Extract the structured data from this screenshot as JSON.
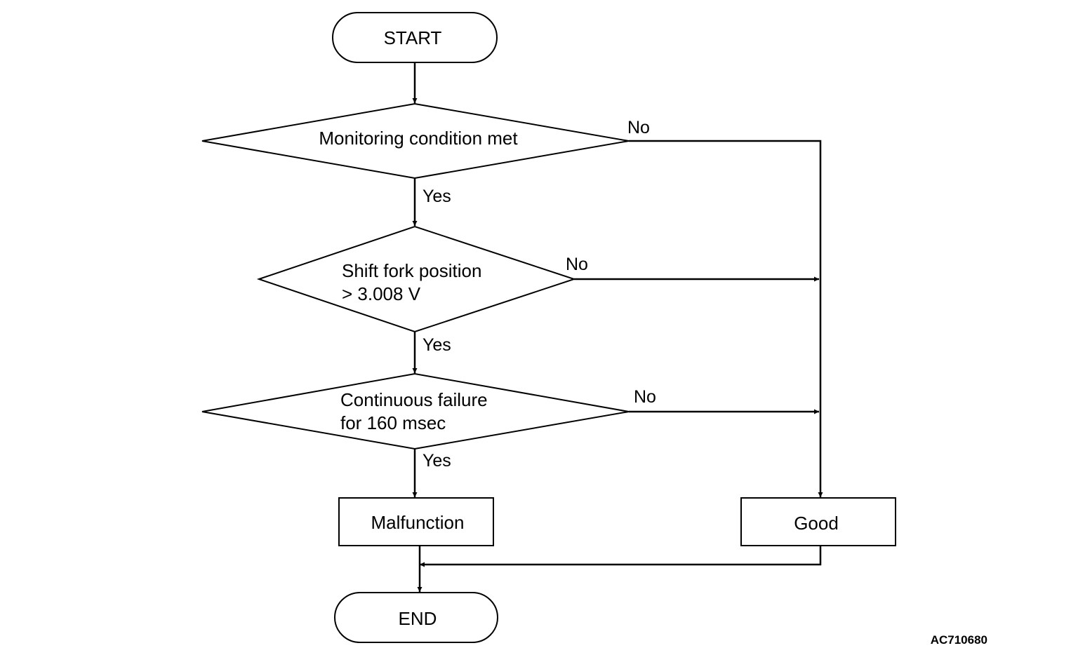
{
  "nodes": {
    "start": "START",
    "monitoring": "Monitoring condition met",
    "shift_fork_line1": "Shift fork position",
    "shift_fork_line2": "> 3.008 V",
    "continuous_line1": "Continuous failure",
    "continuous_line2": "for 160 msec",
    "malfunction": "Malfunction",
    "good": "Good",
    "end": "END"
  },
  "branches": {
    "yes": "Yes",
    "no": "No"
  },
  "figure_id": "AC710680"
}
